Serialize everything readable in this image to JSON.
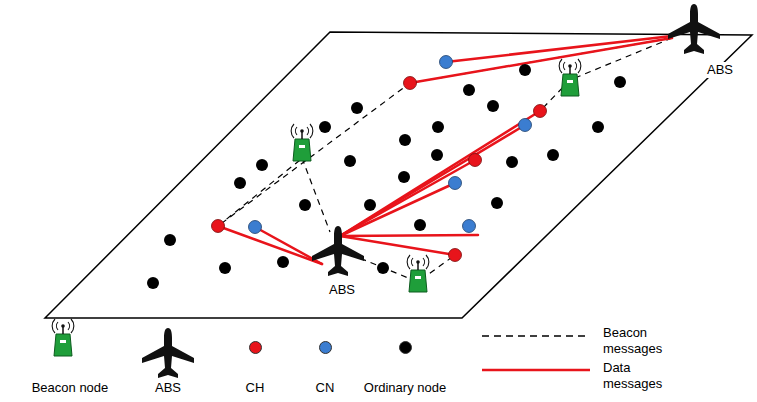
{
  "diagram": {
    "labels": [
      "ABS",
      "ABS"
    ],
    "legend": [
      {
        "text": "Beacon node"
      },
      {
        "text": "ABS"
      },
      {
        "text": "CH",
        "color": "#e8141b"
      },
      {
        "text": "CN",
        "color": "#3b7dd0"
      },
      {
        "text": "Ordinary node",
        "color": "#000000"
      },
      {
        "text": "Beacon messages"
      },
      {
        "text": "Data messages"
      }
    ]
  }
}
